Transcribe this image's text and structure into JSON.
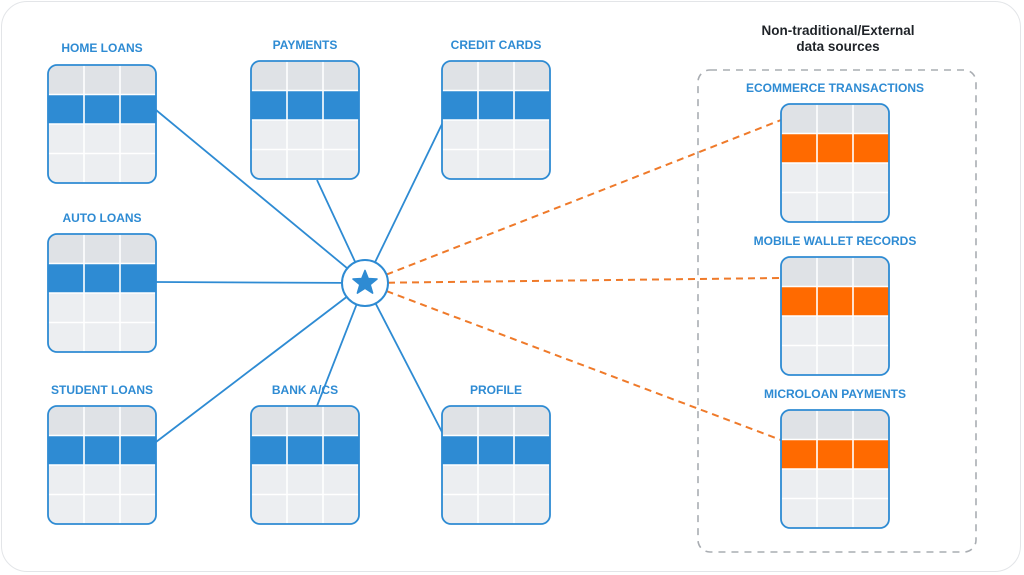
{
  "external": {
    "title_line1": "Non-traditional/External",
    "title_line2": "data sources"
  },
  "colors": {
    "internal_accent": "#2e8bd3",
    "internal_line": "#2e8bd3",
    "external_accent": "#ff6a00",
    "external_line": "#ef7a2a",
    "table_header": "#dfe2e6",
    "table_body": "#eceef1",
    "table_border": "#2e8bd3",
    "hub_star": "#2e8bd3",
    "dashed_box": "#a9adb2"
  },
  "hub": {
    "icon": "star-icon"
  },
  "internal_sources": [
    {
      "id": "home-loans",
      "label": "HOME LOANS"
    },
    {
      "id": "payments",
      "label": "PAYMENTS"
    },
    {
      "id": "credit-cards",
      "label": "CREDIT CARDS"
    },
    {
      "id": "auto-loans",
      "label": "AUTO LOANS"
    },
    {
      "id": "student-loans",
      "label": "STUDENT LOANS"
    },
    {
      "id": "bank-acs",
      "label": "BANK A/CS"
    },
    {
      "id": "profile",
      "label": "PROFILE"
    }
  ],
  "external_sources": [
    {
      "id": "ecommerce-transactions",
      "label": "ECOMMERCE TRANSACTIONS"
    },
    {
      "id": "mobile-wallet-records",
      "label": "MOBILE WALLET RECORDS"
    },
    {
      "id": "microloan-payments",
      "label": "MICROLOAN PAYMENTS"
    }
  ]
}
